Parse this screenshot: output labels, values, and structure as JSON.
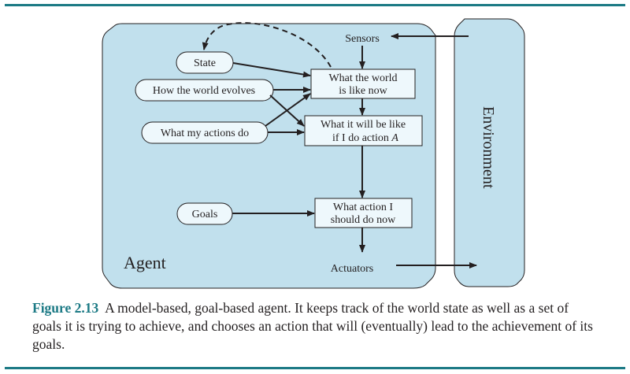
{
  "colors": {
    "panel_fill": "#c1e0ed",
    "node_fill": "#eef8fc",
    "stroke": "#231f20",
    "accent": "#1c7a85"
  },
  "diagram": {
    "agent_label": "Agent",
    "environment_label": "Environment",
    "sensors_label": "Sensors",
    "actuators_label": "Actuators",
    "ovals": {
      "state": "State",
      "world_evolves": "How the world evolves",
      "actions_do": "What my actions do",
      "goals": "Goals"
    },
    "boxes": {
      "world_now": [
        "What the world",
        "is like now"
      ],
      "will_be_like": [
        "What it will be like",
        "if I do action "
      ],
      "will_be_like_var": "A",
      "action_now": [
        "What action I",
        "should do now"
      ]
    }
  },
  "caption": {
    "label": "Figure 2.13",
    "text": "A model-based, goal-based agent. It keeps track of the world state as well as a set of goals it is trying to achieve, and chooses an action that will (eventually) lead to the achievement of its goals."
  }
}
